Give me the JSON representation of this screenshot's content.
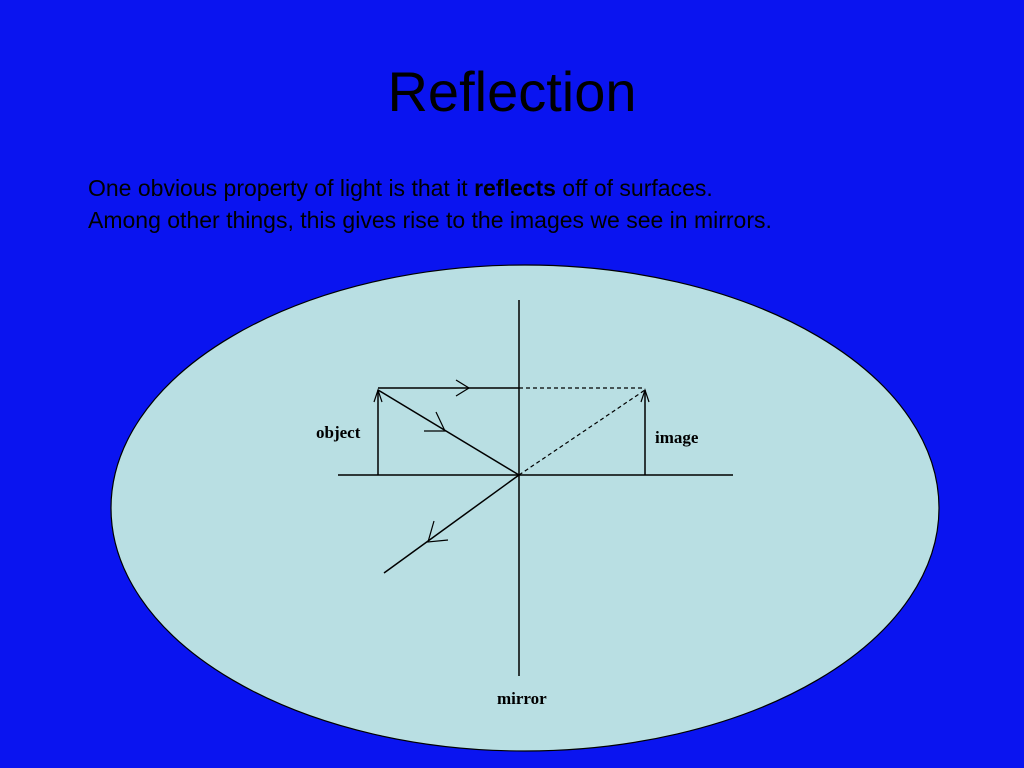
{
  "title": "Reflection",
  "paragraph": {
    "line1_before": "One obvious property of light is that it ",
    "line1_bold": "reflects",
    "line1_after": " off of surfaces.",
    "line2": "Among other things, this gives rise to the images we see in mirrors."
  },
  "diagram": {
    "label_object": "object",
    "label_image": "image",
    "label_mirror": "mirror"
  },
  "colors": {
    "background": "#0a14f0",
    "ellipse_fill": "#b9dfe3",
    "ink": "#000000"
  }
}
